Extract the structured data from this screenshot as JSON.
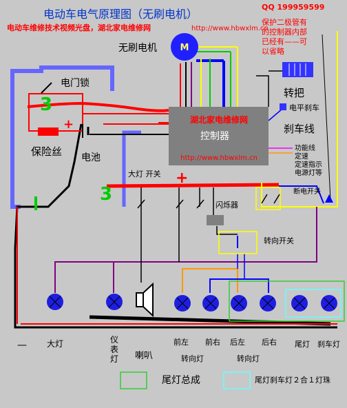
{
  "title": "电动车电气原理图（无刷电机）",
  "qq": "QQ 199959599",
  "promo": "电动车维修技术视频光盘，湖北家电维修网",
  "url": "http://www.hbwxlm.cn",
  "note_lines": [
    "保护二极管有",
    "的控制器内部",
    "已经有——可",
    "以省略"
  ],
  "motor": {
    "label": "无刷电机",
    "sym": "M"
  },
  "labels": {
    "door_lock": "电门锁",
    "fuse": "保险丝",
    "battery": "电池",
    "turn_grip": "转把",
    "e_brake": "电平刹车",
    "brake_line": "刹车线",
    "headlight_switch": "大灯 开关",
    "flasher": "闪烁器",
    "turn_switch": "转向开关",
    "cutoff_switch": "断电开关"
  },
  "controller": {
    "brand": "湖北家电维修网",
    "name": "控制器",
    "url": "http://www.hbwxlm.cn"
  },
  "func_lines": [
    "功能线",
    "定速",
    "定速指示",
    "电源灯等"
  ],
  "plus": "+",
  "mark3": "3",
  "bottom_labels": {
    "headlight": "大灯",
    "meter_light": "仪\n表\n灯",
    "horn": "喇叭",
    "front_left": "前左",
    "front_right": "前右",
    "rear_left": "后左",
    "rear_right": "后右",
    "front_turn": "转向灯",
    "rear_turn": "转向灯",
    "tail": "尾灯",
    "brake_light": "刹车灯"
  },
  "legend": {
    "assy": "尾灯总成",
    "combo": "尾灯刹车灯２合１灯珠"
  },
  "colors": {
    "title": "#0033cc",
    "red": "#ff0000",
    "blue": "#3333ff",
    "black": "#000000",
    "controller": "#808080",
    "green": "#00cc00",
    "lamp": "#1e1ee0",
    "cyan": "#66ffff",
    "yellow": "#ffff00",
    "purple": "#800080",
    "orange": "#ff9900",
    "wire_green": "#33cc33"
  }
}
